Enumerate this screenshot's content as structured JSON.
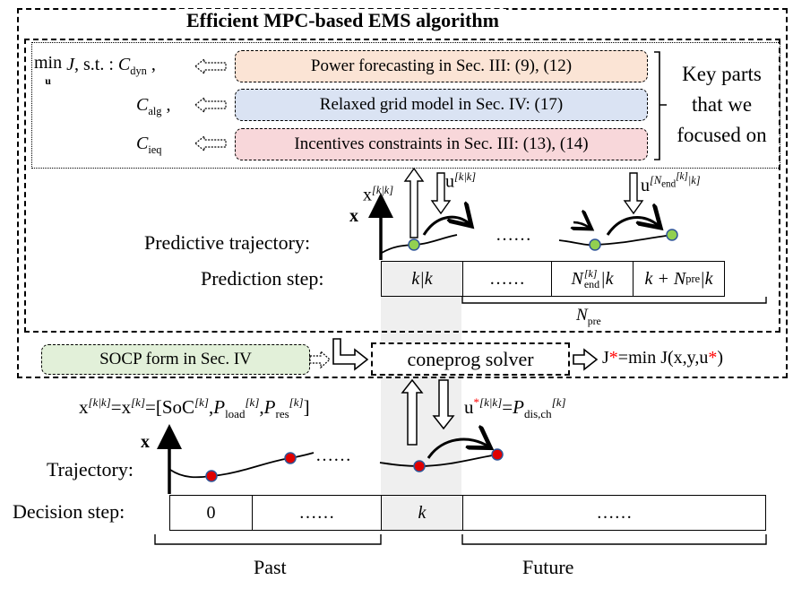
{
  "title": "Efficient MPC-based EMS algorithm",
  "objective": {
    "min": "min",
    "min_sub": "u",
    "J": "J",
    "st": ", s.t. : ",
    "c_dyn": "C",
    "c_dyn_sub": "dyn",
    "c_dyn_tail": " ,",
    "c_alg": "C",
    "c_alg_sub": "alg",
    "c_alg_tail": " ,",
    "c_ieq": "C",
    "c_ieq_sub": "ieq"
  },
  "parts": [
    {
      "label": "Power forecasting in Sec. III: (9), (12)",
      "color": "#fbe4d5"
    },
    {
      "label": "Relaxed grid model in Sec. IV: (17)",
      "color": "#dae3f3"
    },
    {
      "label": "Incentives constraints in Sec. III: (13), (14)",
      "color": "#f8d7da"
    }
  ],
  "key_parts": [
    "Key parts",
    "that we",
    "focused on"
  ],
  "prediction": {
    "x_axis": "x",
    "x_state": "x",
    "x_state_sup": "[k|k]",
    "u_first": "u",
    "u_first_sup": "[k|k]",
    "u_last": "u",
    "u_last_sup_a": "[N",
    "u_last_sup_b": "end",
    "u_last_sup_c": "[k]",
    "u_last_sup_d": "|k]",
    "dots": "……",
    "trajectory_label": "Predictive trajectory:",
    "step_label": "Prediction step:",
    "cells": {
      "c1": "k|k",
      "c2": "……",
      "c3_main": "N",
      "c3_sup": "[k]",
      "c3_sub": "end",
      "c3_tail": "|k",
      "c4_a": "k + N",
      "c4_sub": "pre",
      "c4_tail": "|k"
    },
    "npre": "N",
    "npre_sub": "pre"
  },
  "solver": {
    "socp": "SOCP form in Sec. IV",
    "coneprog": "coneprog solver",
    "result": "J",
    "result_star": "*",
    "result_tail": "=min J(x,y,u",
    "result_star2": "*",
    "result_close": ")"
  },
  "decision": {
    "state_eq": "x",
    "state_eq_sup": "[k|k]",
    "state_eq_mid": "=x",
    "state_eq_sup2": "[k]",
    "state_eq_rest": "=[SoC",
    "soc_sup": "[k]",
    "p_load": "P",
    "p_load_sub": "load",
    "p_load_sup": "[k]",
    "p_res": "P",
    "p_res_sub": "res",
    "p_res_sup": "[k]",
    "close": "]",
    "u_eq": "u",
    "u_eq_star": "*",
    "u_eq_sup": "[k|k]",
    "u_eq_mid": "=",
    "p_dis": "P",
    "p_dis_sub": "dis,ch",
    "p_dis_sup": "[k]",
    "x_axis": "x",
    "dots": "……",
    "trajectory_label": "Trajectory:",
    "step_label": "Decision step:",
    "cells": {
      "c1": "0",
      "c2": "……",
      "c3": "k",
      "c4": "……"
    },
    "past": "Past",
    "future": "Future"
  },
  "colors": {
    "green_point": "#92d050",
    "red_point": "#e00000",
    "point_stroke": "#2f5597",
    "star": "#ff0000",
    "highlight": "#efefef",
    "socp_fill": "#e2f0d9"
  }
}
